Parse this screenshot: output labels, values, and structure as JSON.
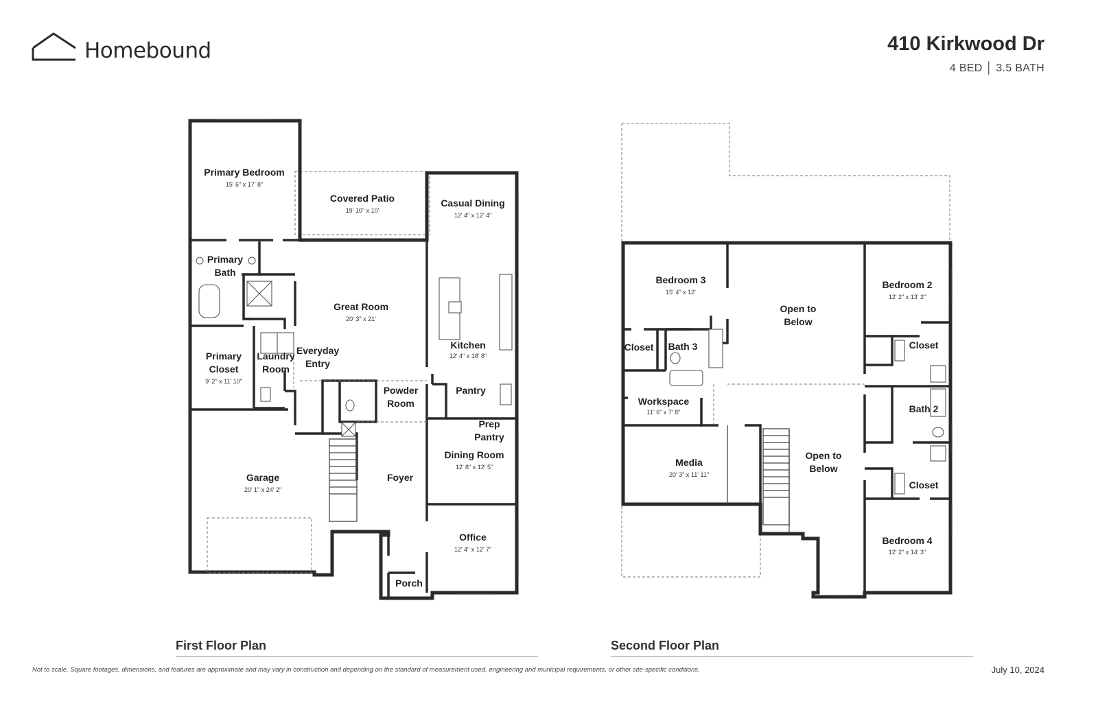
{
  "brand": {
    "name": "Homebound",
    "logo_icon": "house-outline-icon"
  },
  "header": {
    "address": "410 Kirkwood Dr",
    "beds_baths": "4 BED │ 3.5 BATH"
  },
  "first_floor": {
    "caption": "First Floor Plan",
    "rooms": [
      {
        "name": "Primary Bedroom",
        "dim": "15' 6\" x 17' 8\""
      },
      {
        "name": "Covered Patio",
        "dim": "19' 10\" x 10'"
      },
      {
        "name": "Casual Dining",
        "dim": "12' 4\" x 12' 4\""
      },
      {
        "name": "Primary",
        "name2": "Bath",
        "dim": ""
      },
      {
        "name": "Great Room",
        "dim": "20' 3\" x 21'"
      },
      {
        "name": "Kitchen",
        "dim": "12' 4\" x 18' 8\""
      },
      {
        "name": "Primary",
        "name2": "Closet",
        "dim": "9' 2\" x 11' 10\""
      },
      {
        "name": "Laundry",
        "name2": "Room",
        "dim": ""
      },
      {
        "name": "Everyday",
        "name2": "Entry",
        "dim": ""
      },
      {
        "name": "Powder",
        "name2": "Room",
        "dim": ""
      },
      {
        "name": "Pantry",
        "dim": ""
      },
      {
        "name": "Prep",
        "name2": "Pantry",
        "dim": ""
      },
      {
        "name": "Dining Room",
        "dim": "12' 8\" x 12' 5\""
      },
      {
        "name": "Garage",
        "dim": "20' 1\" x 24' 2\""
      },
      {
        "name": "Foyer",
        "dim": ""
      },
      {
        "name": "Office",
        "dim": "12' 4\" x 12' 7\""
      },
      {
        "name": "Porch",
        "dim": ""
      }
    ]
  },
  "second_floor": {
    "caption": "Second Floor Plan",
    "rooms": [
      {
        "name": "Bedroom 3",
        "dim": "15' 4\" x 12'"
      },
      {
        "name": "Open to",
        "name2": "Below",
        "dim": ""
      },
      {
        "name": "Bedroom 2",
        "dim": "12' 2\" x 13' 2\""
      },
      {
        "name": "Closet",
        "dim": ""
      },
      {
        "name": "Bath 3",
        "dim": ""
      },
      {
        "name": "Closet",
        "dim": ""
      },
      {
        "name": "Workspace",
        "dim": "11' 6\" x 7' 8\""
      },
      {
        "name": "Bath 2",
        "dim": ""
      },
      {
        "name": "Media",
        "dim": "20' 3\" x 11' 11\""
      },
      {
        "name": "Open to",
        "name2": "Below",
        "dim": ""
      },
      {
        "name": "Closet",
        "dim": ""
      },
      {
        "name": "Bedroom 4",
        "dim": "12' 2\" x 14' 3\""
      }
    ]
  },
  "footer": {
    "disclaimer": "Not to scale. Square footages, dimensions, and features are approximate and may vary in construction and depending on the standard of measurement used, engineering and municipal requirements, or other site-specific conditions.",
    "date": "July 10, 2024"
  }
}
